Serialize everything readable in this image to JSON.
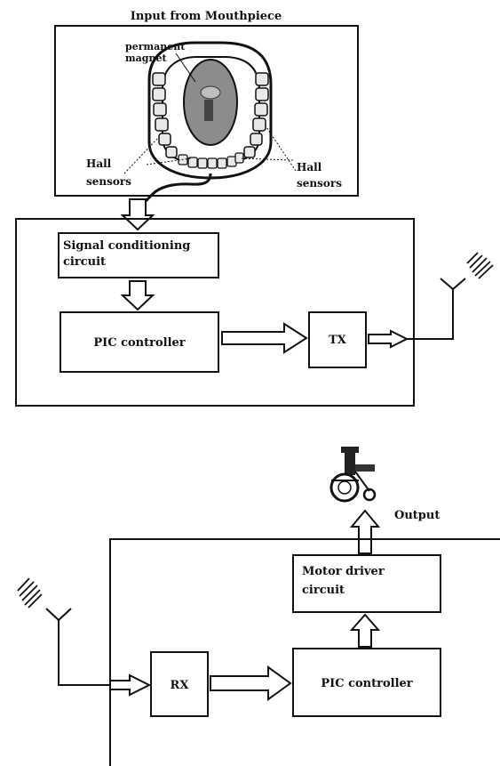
{
  "mouthpiece": {
    "title": "Input from Mouthpiece",
    "magnet_label_line1": "permanent",
    "magnet_label_line2": "magnet",
    "hall_left_line1": "Hall",
    "hall_left_line2": "sensors",
    "hall_right_line1": "Hall",
    "hall_right_line2": "sensors"
  },
  "transmitter": {
    "signal_conditioning_line1": "Signal conditioning",
    "signal_conditioning_line2": "circuit",
    "pic_controller": "PIC controller",
    "tx": "TX"
  },
  "receiver": {
    "rx": "RX",
    "pic_controller": "PIC controller",
    "motor_driver_line1": "Motor driver",
    "motor_driver_line2": "circuit",
    "output": "Output"
  },
  "icons": {
    "transmit_antenna": "antenna-icon",
    "receive_antenna": "antenna-icon",
    "wheelchair": "wheelchair-icon",
    "mouth": "mouth-icon"
  }
}
